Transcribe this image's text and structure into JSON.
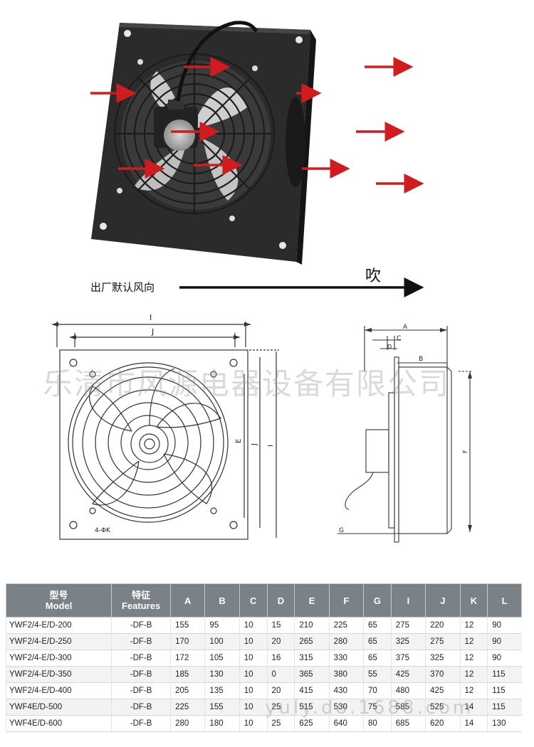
{
  "caption": {
    "direction_label": "出厂默认风向",
    "blow_label": "吹"
  },
  "watermarks": {
    "company": "乐清市风源电器设备有限公司",
    "site": "yuly.do.1688.com"
  },
  "drawing_labels": {
    "front": {
      "I": "I",
      "J": "J",
      "E": "E",
      "hole_spec": "4-ΦK"
    },
    "side": {
      "A": "A",
      "B": "B",
      "C": "C",
      "D": "D",
      "F": "F",
      "G": "G"
    }
  },
  "colors": {
    "arrow": "#d01c1f",
    "header_bg": "#7a8187",
    "fan_body": "#2a2a2a"
  },
  "table": {
    "headers": [
      {
        "cn": "型号",
        "en": "Model"
      },
      {
        "cn": "特征",
        "en": "Features"
      },
      {
        "cn": "",
        "en": "A"
      },
      {
        "cn": "",
        "en": "B"
      },
      {
        "cn": "",
        "en": "C"
      },
      {
        "cn": "",
        "en": "D"
      },
      {
        "cn": "",
        "en": "E"
      },
      {
        "cn": "",
        "en": "F"
      },
      {
        "cn": "",
        "en": "G"
      },
      {
        "cn": "",
        "en": "I"
      },
      {
        "cn": "",
        "en": "J"
      },
      {
        "cn": "",
        "en": "K"
      },
      {
        "cn": "",
        "en": "L"
      }
    ],
    "rows": [
      [
        "YWF2/4-E/D-200",
        "-DF-B",
        "155",
        "95",
        "10",
        "15",
        "210",
        "225",
        "65",
        "275",
        "220",
        "12",
        "90"
      ],
      [
        "YWF2/4-E/D-250",
        "-DF-B",
        "170",
        "100",
        "10",
        "20",
        "265",
        "280",
        "65",
        "325",
        "275",
        "12",
        "90"
      ],
      [
        "YWF2/4-E/D-300",
        "-DF-B",
        "172",
        "105",
        "10",
        "16",
        "315",
        "330",
        "65",
        "375",
        "325",
        "12",
        "90"
      ],
      [
        "YWF2/4-E/D-350",
        "-DF-B",
        "185",
        "130",
        "10",
        "0",
        "365",
        "380",
        "55",
        "425",
        "370",
        "12",
        "115"
      ],
      [
        "YWF2/4-E/D-400",
        "-DF-B",
        "205",
        "135",
        "10",
        "20",
        "415",
        "430",
        "70",
        "480",
        "425",
        "12",
        "115"
      ],
      [
        "YWF4E/D-500",
        "-DF-B",
        "225",
        "155",
        "10",
        "25",
        "515",
        "530",
        "75",
        "585",
        "525",
        "14",
        "115"
      ],
      [
        "YWF4E/D-600",
        "-DF-B",
        "280",
        "180",
        "10",
        "25",
        "625",
        "640",
        "80",
        "685",
        "620",
        "14",
        "130"
      ]
    ]
  }
}
